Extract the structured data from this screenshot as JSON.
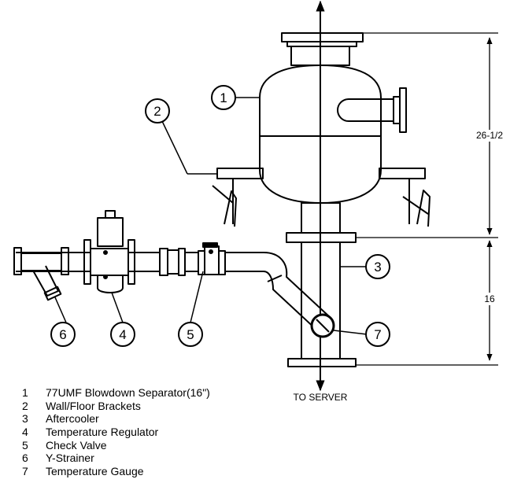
{
  "dimensions": {
    "upper": "26-1/2",
    "lower": "16"
  },
  "flow_label": "TO SERVER",
  "callouts": [
    "1",
    "2",
    "3",
    "4",
    "5",
    "6",
    "7"
  ],
  "legend": [
    {
      "num": "1",
      "label": "77UMF Blowdown Separator(16\")"
    },
    {
      "num": "2",
      "label": "Wall/Floor Brackets"
    },
    {
      "num": "3",
      "label": "Aftercooler"
    },
    {
      "num": "4",
      "label": "Temperature Regulator"
    },
    {
      "num": "5",
      "label": "Check Valve"
    },
    {
      "num": "6",
      "label": "Y-Strainer"
    },
    {
      "num": "7",
      "label": "Temperature Gauge"
    }
  ],
  "colors": {
    "line": "#000000",
    "background": "#ffffff"
  }
}
